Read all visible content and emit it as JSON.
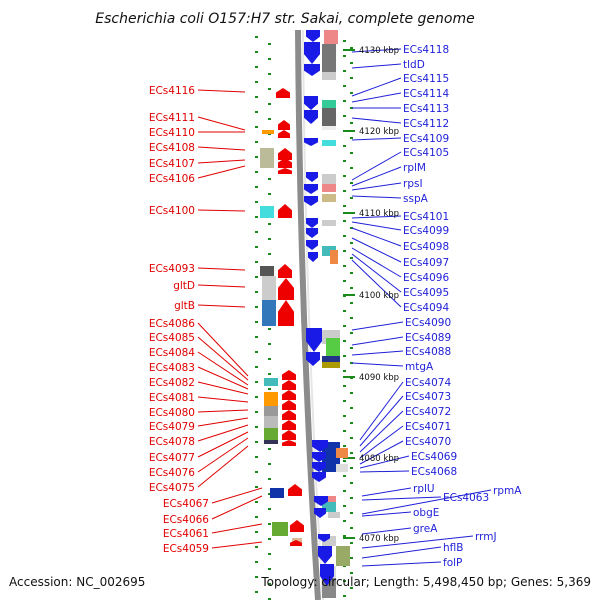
{
  "title": "Escherichia coli O157:H7 str. Sakai, complete genome",
  "footer": {
    "accession": "Accession: NC_002695",
    "info": "Topology: circular; Length: 5,498,450 bp; Genes: 5,369"
  },
  "scale_labels": [
    "4130 kbp",
    "4120 kbp",
    "4110 kbp",
    "4100 kbp",
    "4090 kbp",
    "4080 kbp",
    "4070 kbp"
  ],
  "left_labels": [
    "ECs4116",
    "ECs4111",
    "ECs4110",
    "ECs4108",
    "ECs4107",
    "ECs4106",
    "ECs4100",
    "ECs4093",
    "gltD",
    "gltB",
    "ECs4086",
    "ECs4085",
    "ECs4084",
    "ECs4083",
    "ECs4082",
    "ECs4081",
    "ECs4080",
    "ECs4079",
    "ECs4078",
    "ECs4077",
    "ECs4076",
    "ECs4075",
    "ECs4067",
    "ECs4066",
    "ECs4061",
    "ECs4059"
  ],
  "right_labels": [
    "ECs4118",
    "tldD",
    "ECs4115",
    "ECs4114",
    "ECs4113",
    "ECs4112",
    "ECs4109",
    "ECs4105",
    "rplM",
    "rpsI",
    "sspA",
    "ECs4101",
    "ECs4099",
    "ECs4098",
    "ECs4097",
    "ECs4096",
    "ECs4095",
    "ECs4094",
    "ECs4090",
    "ECs4089",
    "ECs4088",
    "mtgA",
    "ECs4074",
    "ECs4073",
    "ECs4072",
    "ECs4071",
    "ECs4070",
    "ECs4069",
    "ECs4068",
    "rplU",
    "ECs4063",
    "rpmA",
    "obgE",
    "greA",
    "rrmJ",
    "hflB",
    "folP"
  ],
  "colors": {
    "left_label": "#e00000",
    "right_label": "#1f1fd8",
    "forward_gene": "#ee0000",
    "reverse_gene": "#1a1ae6",
    "scale_tick": "#1a8a1a",
    "backbone": "#888888"
  }
}
